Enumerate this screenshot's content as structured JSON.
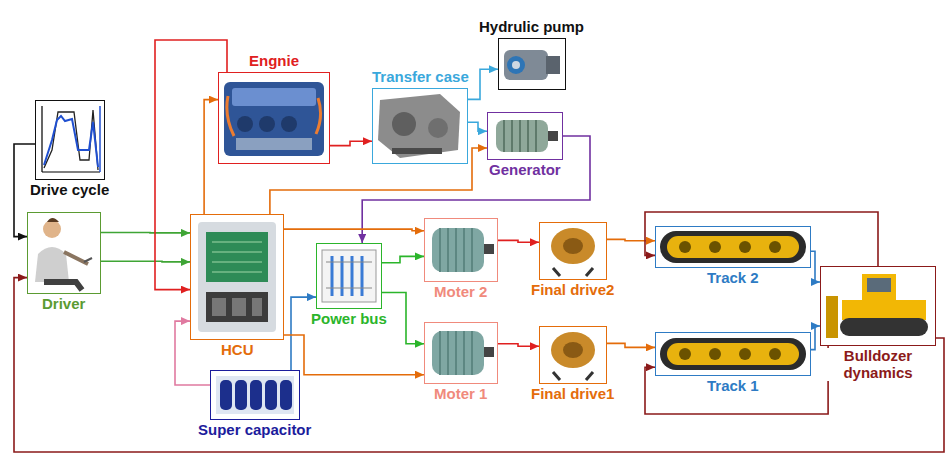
{
  "diagram": {
    "nodes": [
      {
        "text": [
          "Drive cycle"
        ]
      },
      {
        "text": [
          "Engnie"
        ]
      },
      {
        "text": [
          "Hydrulic pump"
        ]
      },
      {
        "text": [
          "Transfer case"
        ]
      },
      {
        "text": [
          "Generator"
        ]
      },
      {
        "text": [
          "Driver"
        ]
      },
      {
        "text": [
          "HCU"
        ]
      },
      {
        "text": [
          "Power bus"
        ]
      },
      {
        "text": [
          "Moter 2"
        ]
      },
      {
        "text": [
          "Final drive2"
        ]
      },
      {
        "text": [
          "Track 2"
        ]
      },
      {
        "text": [
          "Bulldozer dynamics"
        ]
      },
      {
        "text": [
          "Moter 1"
        ]
      },
      {
        "text": [
          "Final drive1"
        ]
      },
      {
        "text": [
          "Track 1"
        ]
      },
      {
        "text": [
          "Super capacitor"
        ]
      }
    ],
    "edges": [
      {
        "from": 0,
        "to": 5,
        "arrow": "to"
      },
      {
        "from": 5,
        "to": 6,
        "arrow": "to"
      },
      {
        "from": 5,
        "to": 6,
        "arrow": "to"
      },
      {
        "from": 6,
        "to": 1,
        "arrow": "to"
      },
      {
        "from": 1,
        "to": 6,
        "arrow": "to"
      },
      {
        "from": 1,
        "to": 3,
        "arrow": "to"
      },
      {
        "from": 3,
        "to": 2,
        "arrow": "to"
      },
      {
        "from": 3,
        "to": 4,
        "arrow": "to"
      },
      {
        "from": 4,
        "to": 7,
        "arrow": "to"
      },
      {
        "from": 6,
        "to": 4,
        "arrow": "to"
      },
      {
        "from": 7,
        "to": 8,
        "arrow": "to"
      },
      {
        "from": 7,
        "to": 12,
        "arrow": "to"
      },
      {
        "from": 15,
        "to": 7,
        "arrow": "to"
      },
      {
        "from": 6,
        "to": 8,
        "arrow": "to"
      },
      {
        "from": 6,
        "to": 12,
        "arrow": "to"
      },
      {
        "from": 8,
        "to": 9,
        "arrow": "to"
      },
      {
        "from": 12,
        "to": 13,
        "arrow": "to"
      },
      {
        "from": 9,
        "to": 10,
        "arrow": "to"
      },
      {
        "from": 13,
        "to": 14,
        "arrow": "to"
      },
      {
        "from": 10,
        "to": 11,
        "arrow": "to"
      },
      {
        "from": 14,
        "to": 11,
        "arrow": "to"
      },
      {
        "from": 11,
        "to": 5,
        "arrow": "to"
      },
      {
        "from": 11,
        "to": 10,
        "arrow": "to"
      },
      {
        "from": 11,
        "to": 14,
        "arrow": "to"
      },
      {
        "from": 15,
        "to": 6,
        "arrow": "to"
      }
    ]
  }
}
